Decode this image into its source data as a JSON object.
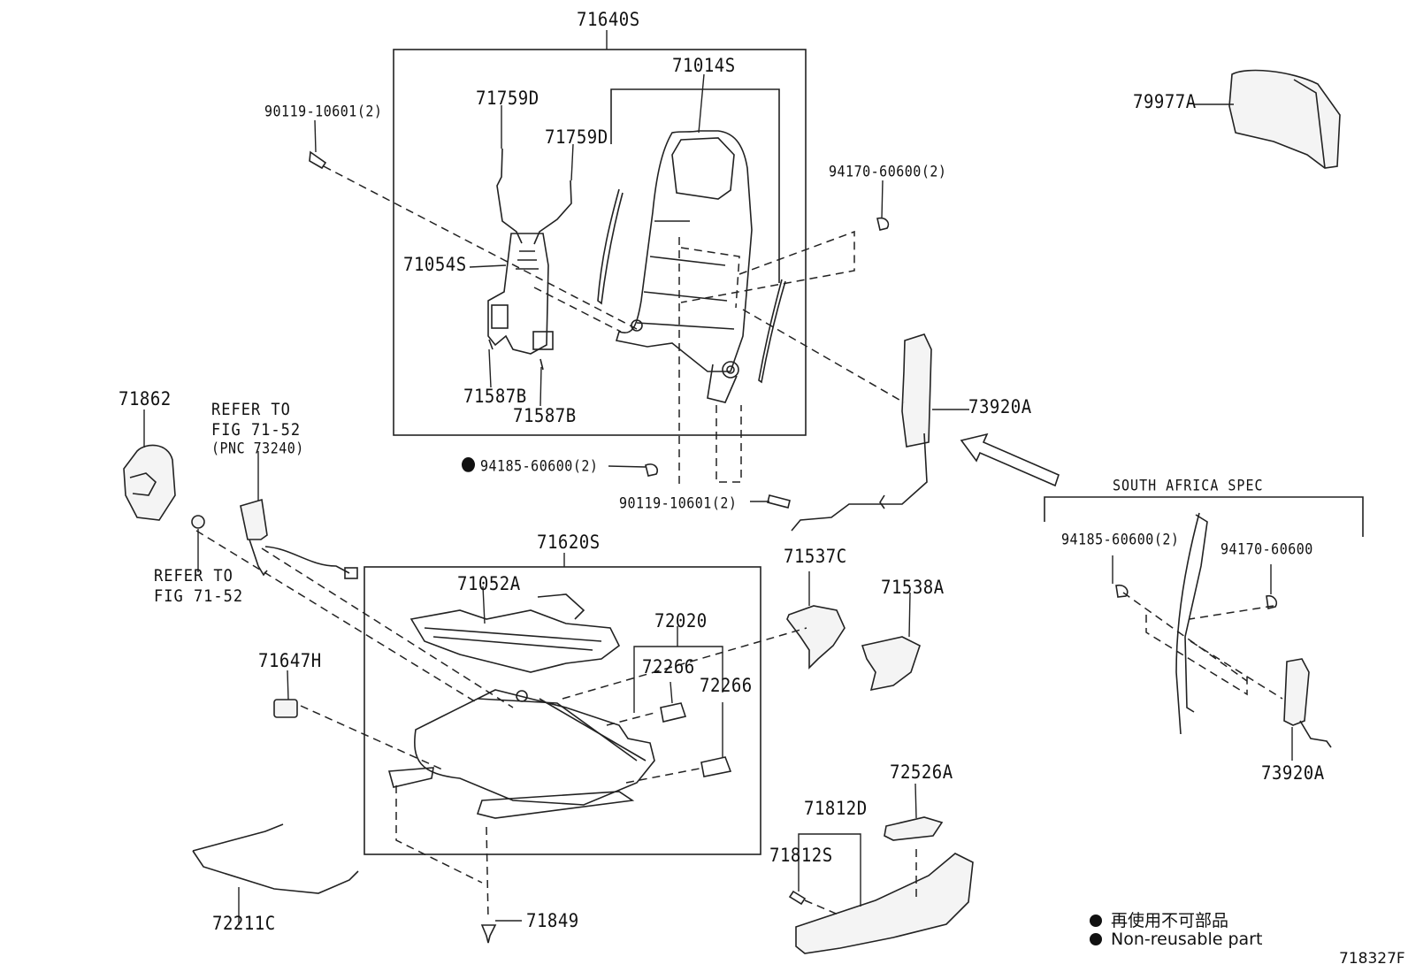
{
  "diagram": {
    "labels": {
      "p71640S": "71640S",
      "p71014S": "71014S",
      "p71759D_a": "71759D",
      "p71759D_b": "71759D",
      "p90119_top": "90119-10601(2)",
      "p71054S": "71054S",
      "p71587B_a": "71587B",
      "p71587B_b": "71587B",
      "p94170_top": "94170-60600(2)",
      "p79977A": "79977A",
      "p73920A_main": "73920A",
      "p71862": "71862",
      "refer_top_1": "REFER TO",
      "refer_top_2": "FIG 71-52",
      "refer_top_3": "(PNC 73240)",
      "refer_bot_1": "REFER TO",
      "refer_bot_2": "FIG 71-52",
      "p94185_main": "94185-60600(2)",
      "p90119_mid": "90119-10601(2)",
      "p71620S": "71620S",
      "p71052A": "71052A",
      "p72020": "72020",
      "p72266_a": "72266",
      "p72266_b": "72266",
      "p71537C": "71537C",
      "p71538A": "71538A",
      "p71647H": "71647H",
      "p72526A": "72526A",
      "p71812D": "71812D",
      "p71812S": "71812S",
      "p72211C": "72211C",
      "p71849": "71849",
      "south_africa_title": "SOUTH AFRICA SPEC",
      "sa_94185": "94185-60600(2)",
      "sa_94170": "94170-60600",
      "sa_73920A": "73920A",
      "figure_code": "718327F"
    },
    "legend": {
      "jp": "再使用不可部品",
      "en": "Non-reusable part"
    }
  }
}
